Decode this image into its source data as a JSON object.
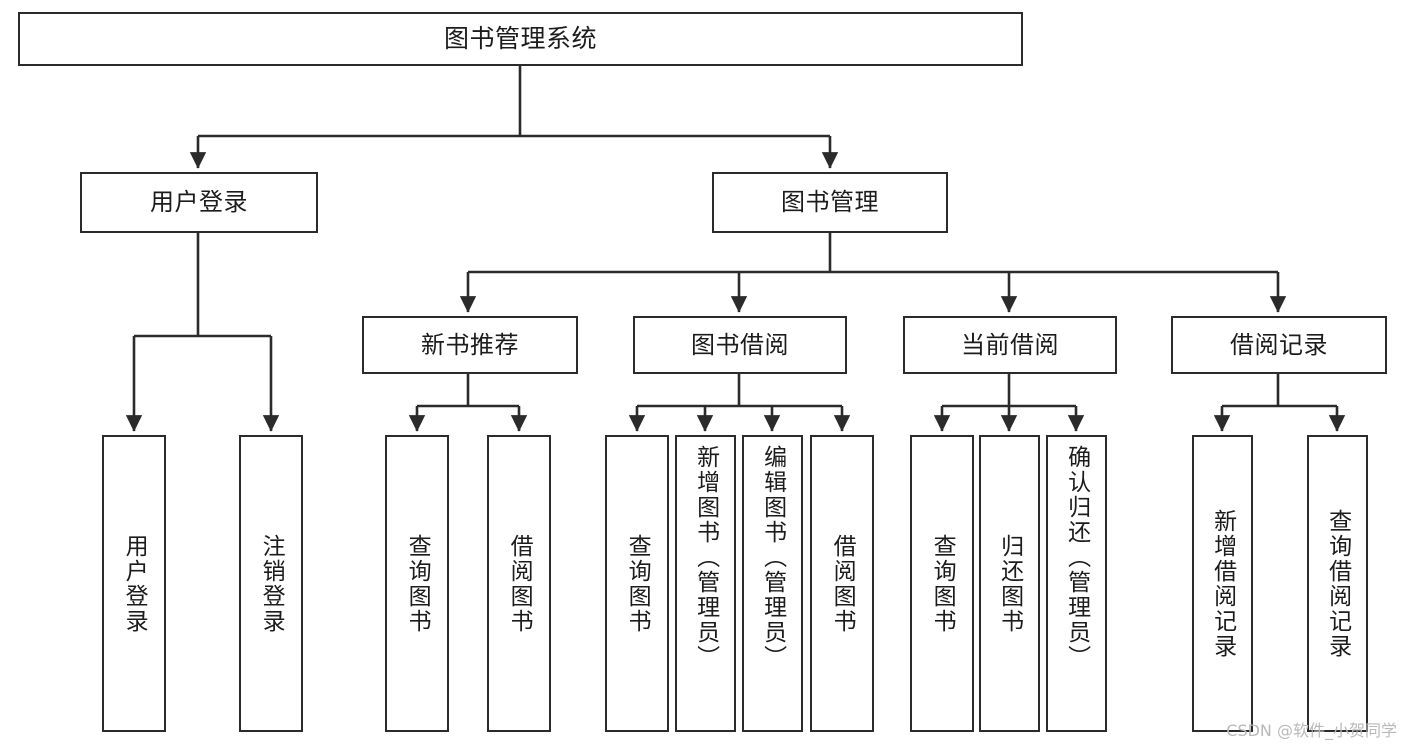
{
  "diagram": {
    "type": "tree",
    "title": "图书管理系统",
    "root": {
      "id": "root",
      "label": "图书管理系统"
    },
    "level2": [
      {
        "id": "user-login",
        "label": "用户登录"
      },
      {
        "id": "book-manage",
        "label": "图书管理"
      }
    ],
    "level3": [
      {
        "id": "new-book-recommend",
        "label": "新书推荐",
        "parent": "book-manage"
      },
      {
        "id": "book-borrow",
        "label": "图书借阅",
        "parent": "book-manage"
      },
      {
        "id": "current-borrow",
        "label": "当前借阅",
        "parent": "book-manage"
      },
      {
        "id": "borrow-record",
        "label": "借阅记录",
        "parent": "book-manage"
      }
    ],
    "leaves": [
      {
        "id": "leaf-user-login",
        "label": "用户登录",
        "parent": "user-login"
      },
      {
        "id": "leaf-logout-login",
        "label": "注销登录",
        "parent": "user-login"
      },
      {
        "id": "leaf-query-book-1",
        "label": "查询图书",
        "parent": "new-book-recommend"
      },
      {
        "id": "leaf-borrow-book-1",
        "label": "借阅图书",
        "parent": "new-book-recommend"
      },
      {
        "id": "leaf-query-book-2",
        "label": "查询图书",
        "parent": "book-borrow"
      },
      {
        "id": "leaf-add-book",
        "label": "新增图书（管理员）",
        "parent": "book-borrow"
      },
      {
        "id": "leaf-edit-book",
        "label": "编辑图书（管理员）",
        "parent": "book-borrow"
      },
      {
        "id": "leaf-borrow-book-2",
        "label": "借阅图书",
        "parent": "book-borrow"
      },
      {
        "id": "leaf-query-book-3",
        "label": "查询图书",
        "parent": "current-borrow"
      },
      {
        "id": "leaf-return-book",
        "label": "归还图书",
        "parent": "current-borrow"
      },
      {
        "id": "leaf-confirm-return",
        "label": "确认归还（管理员）",
        "parent": "current-borrow"
      },
      {
        "id": "leaf-add-record",
        "label": "新增借阅记录",
        "parent": "borrow-record"
      },
      {
        "id": "leaf-query-record",
        "label": "查询借阅记录",
        "parent": "borrow-record"
      }
    ]
  },
  "watermark": {
    "text": "CSDN @软件_小贺同学"
  },
  "colors": {
    "stroke": "#2b2b2b",
    "fill": "#ffffff",
    "text": "#1c1c1c",
    "watermark": "#b9b9b9"
  }
}
